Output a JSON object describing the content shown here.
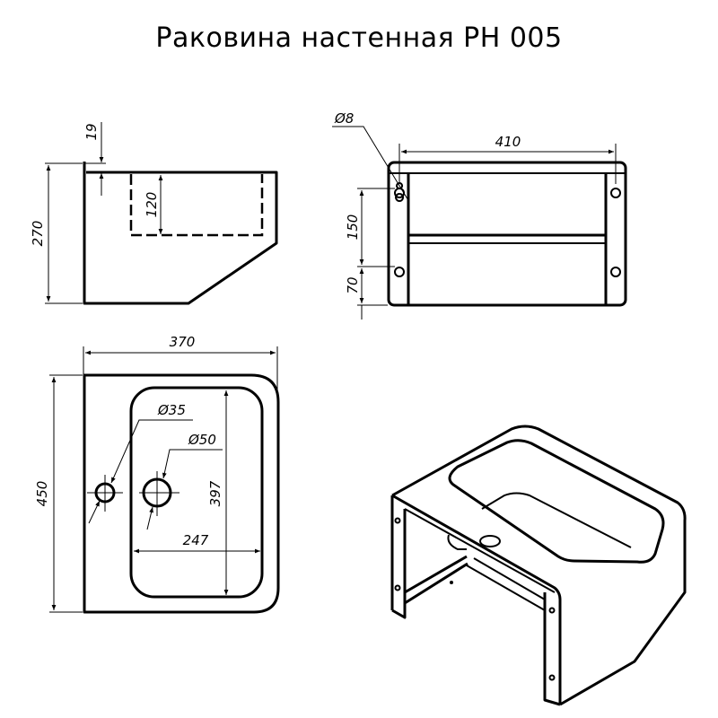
{
  "title": "Раковина настенная  РН 005",
  "side_view": {
    "height": "270",
    "rim": "19",
    "bowl_depth": "120"
  },
  "back_view": {
    "width": "410",
    "hole": "Ø8",
    "hole_spacing": "150",
    "bottom_offset": "70"
  },
  "top_view": {
    "width": "370",
    "length": "450",
    "tap_hole": "Ø35",
    "drain_hole": "Ø50",
    "bowl_length": "397",
    "bowl_width": "247"
  }
}
